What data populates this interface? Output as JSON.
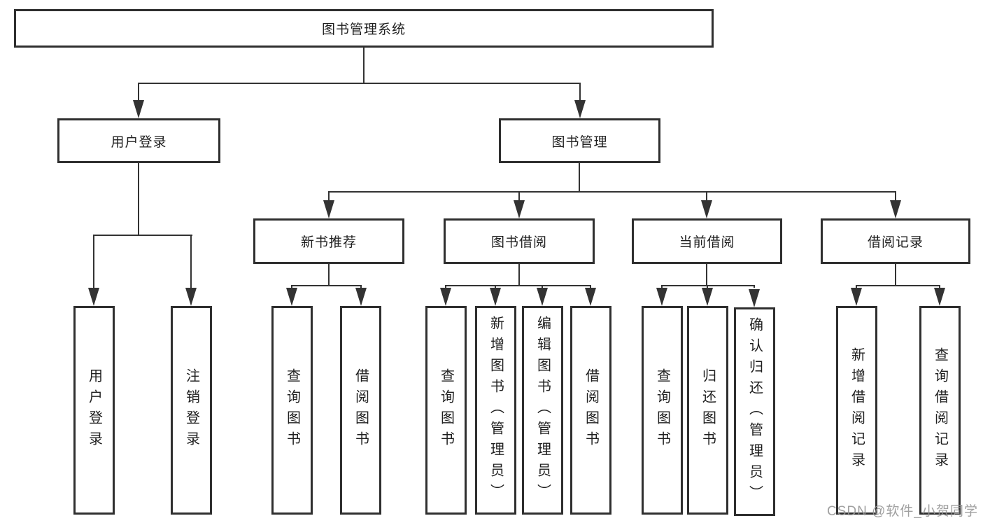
{
  "tree": {
    "root": "图书管理系统",
    "level2": [
      "用户登录",
      "图书管理"
    ],
    "level3": [
      "新书推荐",
      "图书借阅",
      "当前借阅",
      "借阅记录"
    ],
    "leaves": {
      "login": [
        "用户登录",
        "注销登录"
      ],
      "newbook": [
        "查询图书",
        "借阅图书"
      ],
      "borrow": [
        "查询图书",
        "新增图书（管理员）",
        "编辑图书（管理员）",
        "借阅图书"
      ],
      "current": [
        "查询图书",
        "归还图书",
        "确认归还（管理员）"
      ],
      "records": [
        "新增借阅记录",
        "查询借阅记录"
      ]
    }
  },
  "watermark": "CSDN @软件_小贺同学",
  "colors": {
    "line": "#333333",
    "node_border": "#2f2f2f",
    "text": "#1f1f1f",
    "watermark": "#969696",
    "background": "#ffffff"
  }
}
